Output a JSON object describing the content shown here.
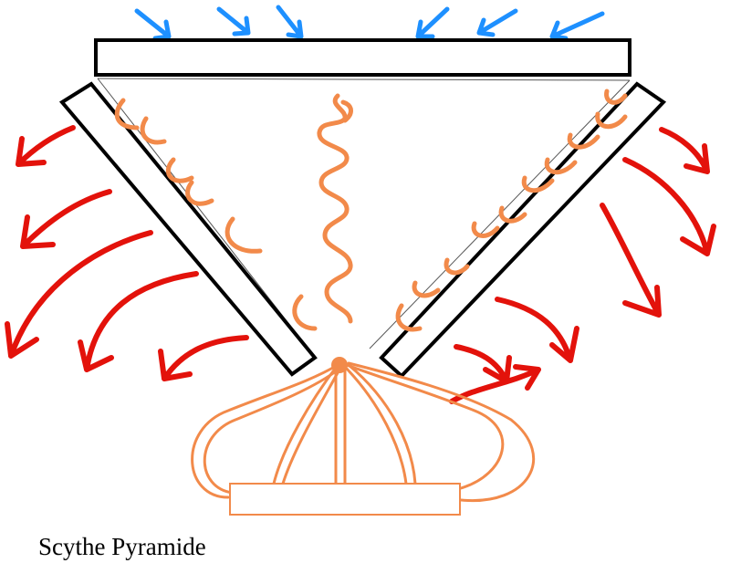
{
  "caption": "Scythe Pyramide",
  "colors": {
    "plate_outline": "#000000",
    "cool_air_arrows": "#1e90ff",
    "hot_air_arrows": "#e3120b",
    "heat_flow": "#f28a4a"
  },
  "components": [
    "top-plate",
    "left-fin-plate",
    "right-fin-plate",
    "heat-source-block",
    "heat-pipes"
  ]
}
